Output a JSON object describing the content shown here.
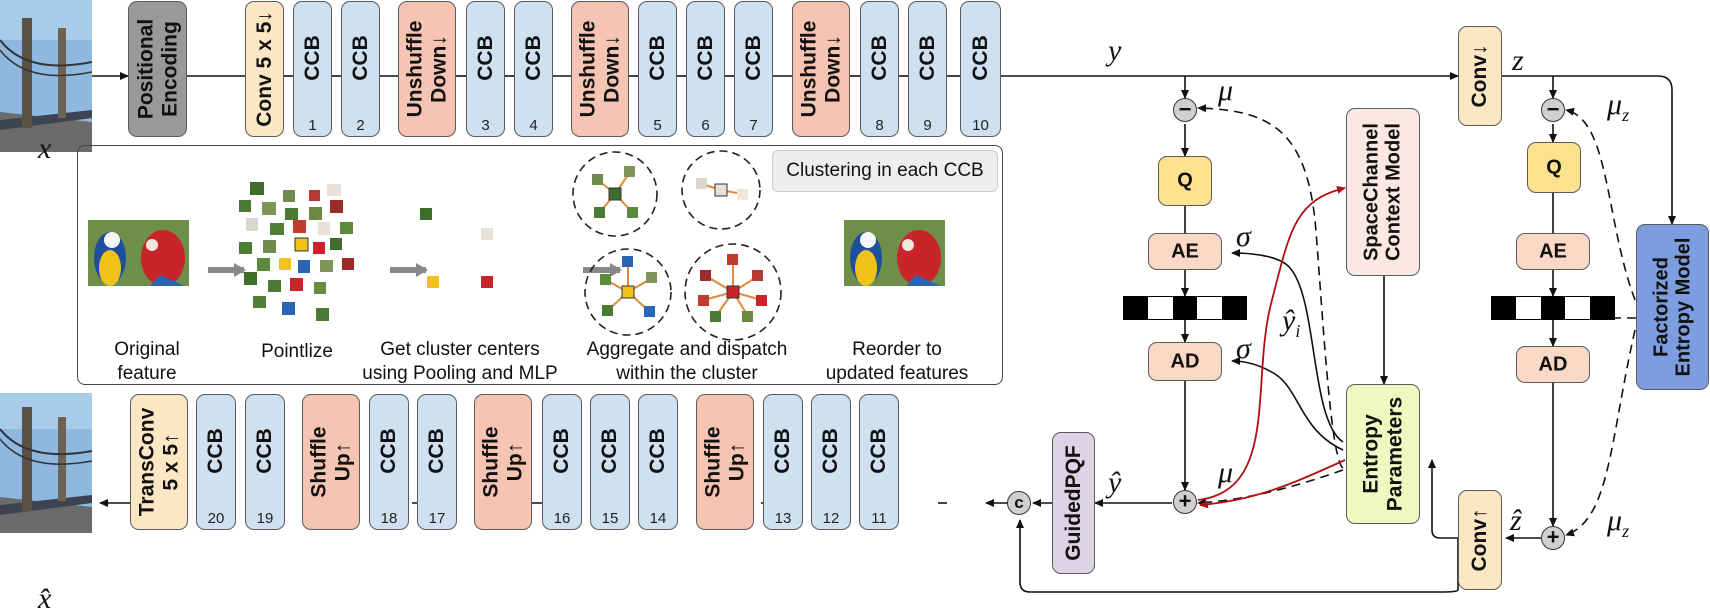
{
  "colors": {
    "ccb": "#cfe0f1",
    "sampling": "#f6c4b2",
    "conv": "#fde6c4",
    "positional": "#999999",
    "quant": "#fde28e",
    "coder": "#f9d8c6",
    "guided": "#dcd3e6",
    "entropy_params": "#eef9c2",
    "factorized": "#7c9de0",
    "context": "#fbe8e2",
    "context_arrow": "#b01010"
  },
  "encoder": {
    "positional_encoding": "Positional\nEncoding",
    "conv_in": "Conv 5 x 5↓",
    "ccb_label": "CCB",
    "unshuffle": "Unshuffle\nDown↓",
    "ccb_numbers": [
      "1",
      "2",
      "3",
      "4",
      "5",
      "6",
      "7",
      "8",
      "9",
      "10"
    ]
  },
  "decoder": {
    "transconv": "TransConv\n5 x 5↑",
    "ccb_label": "CCB",
    "shuffle": "Shuffle\nUp↑",
    "ccb_numbers": [
      "20",
      "19",
      "18",
      "17",
      "16",
      "15",
      "14",
      "13",
      "12",
      "11"
    ],
    "guided": "GuidedPQF",
    "concat": "c"
  },
  "hyper": {
    "conv_down": "Conv↓",
    "conv_up": "Conv↑",
    "factorized": "Factorized\nEntropy Model",
    "q": "Q",
    "ae": "AE",
    "ad": "AD"
  },
  "main_coder": {
    "q": "Q",
    "ae": "AE",
    "ad": "AD",
    "context_model": "SpaceChannel\nContext Model",
    "entropy_parameters": "Entropy\nParameters"
  },
  "symbols": {
    "x": "x",
    "x_hat": "x̂",
    "y": "y",
    "y_hat": "ŷ",
    "y_hat_i": "ŷ",
    "y_hat_i_sub": "i",
    "z": "z",
    "z_hat": "ẑ",
    "mu": "μ",
    "mu_z": "μ",
    "mu_z_sub": "z",
    "sigma": "σ"
  },
  "clustering": {
    "title": "Clustering in each CCB",
    "captions": [
      "Original\nfeature",
      "Pointlize",
      "Get cluster centers\nusing Pooling and MLP",
      "Aggregate and dispatch\nwithin the cluster",
      "Reorder to\nupdated features"
    ]
  }
}
